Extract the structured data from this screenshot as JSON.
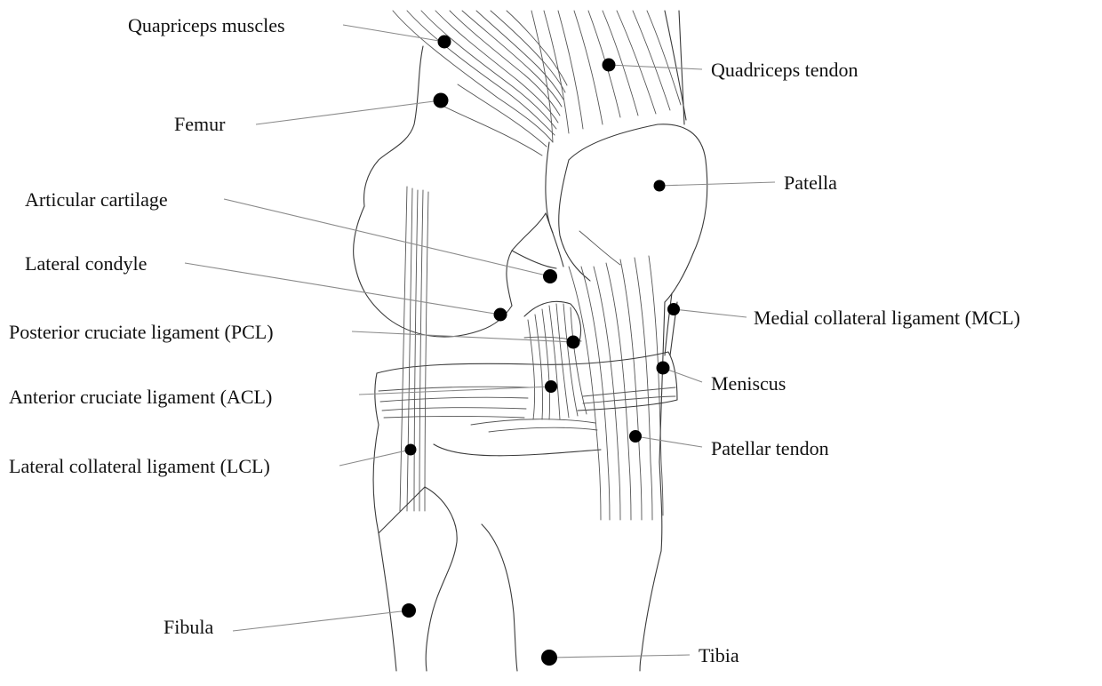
{
  "diagram": {
    "labels": {
      "quadriceps_muscles": "Quapriceps muscles",
      "femur": "Femur",
      "articular_cartilage": "Articular cartilage",
      "lateral_condyle": "Lateral condyle",
      "pcl": "Posterior cruciate ligament (PCL)",
      "acl": "Anterior cruciate ligament (ACL)",
      "lcl": "Lateral collateral ligament (LCL)",
      "fibula": "Fibula",
      "quadriceps_tendon": "Quadriceps tendon",
      "patella": "Patella",
      "mcl": "Medial collateral ligament (MCL)",
      "meniscus": "Meniscus",
      "patellar_tendon": "Patellar tendon",
      "tibia": "Tibia"
    },
    "colors": {
      "line_art": "#3a3a3a",
      "leader": "#8a8a8a",
      "marker": "#000000",
      "text": "#111111"
    }
  }
}
